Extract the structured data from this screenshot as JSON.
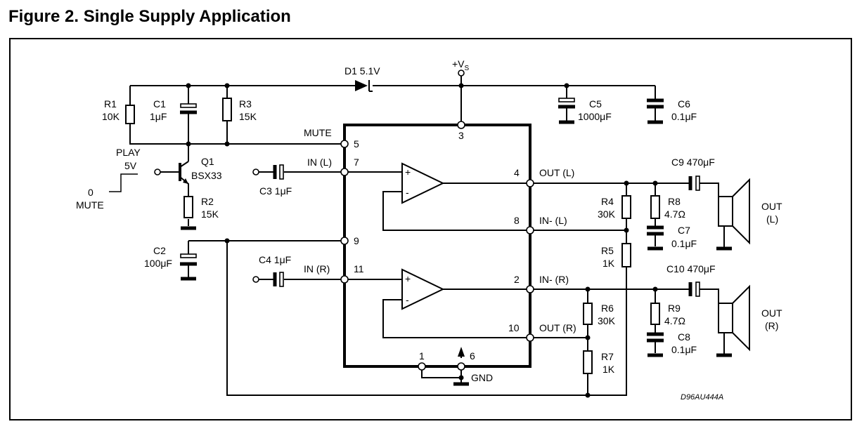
{
  "title": "Figure 2. Single Supply Application",
  "drawing_code": "D96AU444A",
  "labels": {
    "d1": "D1 5.1V",
    "vs": "+V",
    "vs_sub": "S",
    "r1_name": "R1",
    "r1_val": "10K",
    "c1_name": "C1",
    "c1_val": "1μF",
    "r3_name": "R3",
    "r3_val": "15K",
    "c5_name": "C5",
    "c5_val": "1000μF",
    "c6_name": "C6",
    "c6_val": "0.1μF",
    "mute": "MUTE",
    "play": "PLAY",
    "five_v": "5V",
    "zero": "0",
    "mute_level": "MUTE",
    "q1_name": "Q1",
    "q1_val": "BSX33",
    "r2_name": "R2",
    "r2_val": "15K",
    "c3": "C3 1μF",
    "in_l": "IN (L)",
    "c2_name": "C2",
    "c2_val": "100μF",
    "c4": "C4 1μF",
    "in_r": "IN (R)",
    "out_l": "OUT (L)",
    "inm_l": "IN- (L)",
    "inm_r": "IN- (R)",
    "out_r": "OUT (R)",
    "gnd": "GND",
    "r4_name": "R4",
    "r4_val": "30K",
    "r5_name": "R5",
    "r5_val": "1K",
    "r6_name": "R6",
    "r6_val": "30K",
    "r7_name": "R7",
    "r7_val": "1K",
    "r8_name": "R8",
    "r8_val": "4.7Ω",
    "c7_name": "C7",
    "c7_val": "0.1μF",
    "r9_name": "R9",
    "r9_val": "4.7Ω",
    "c8_name": "C8",
    "c8_val": "0.1μF",
    "c9": "C9 470μF",
    "c10": "C10 470μF",
    "spk_l_1": "OUT",
    "spk_l_2": "(L)",
    "spk_r_1": "OUT",
    "spk_r_2": "(R)",
    "plus": "+",
    "minus": "-"
  },
  "pins": {
    "p3": "3",
    "p5": "5",
    "p7": "7",
    "p4": "4",
    "p8": "8",
    "p9": "9",
    "p11": "11",
    "p2": "2",
    "p10": "10",
    "p1": "1",
    "p6": "6"
  }
}
